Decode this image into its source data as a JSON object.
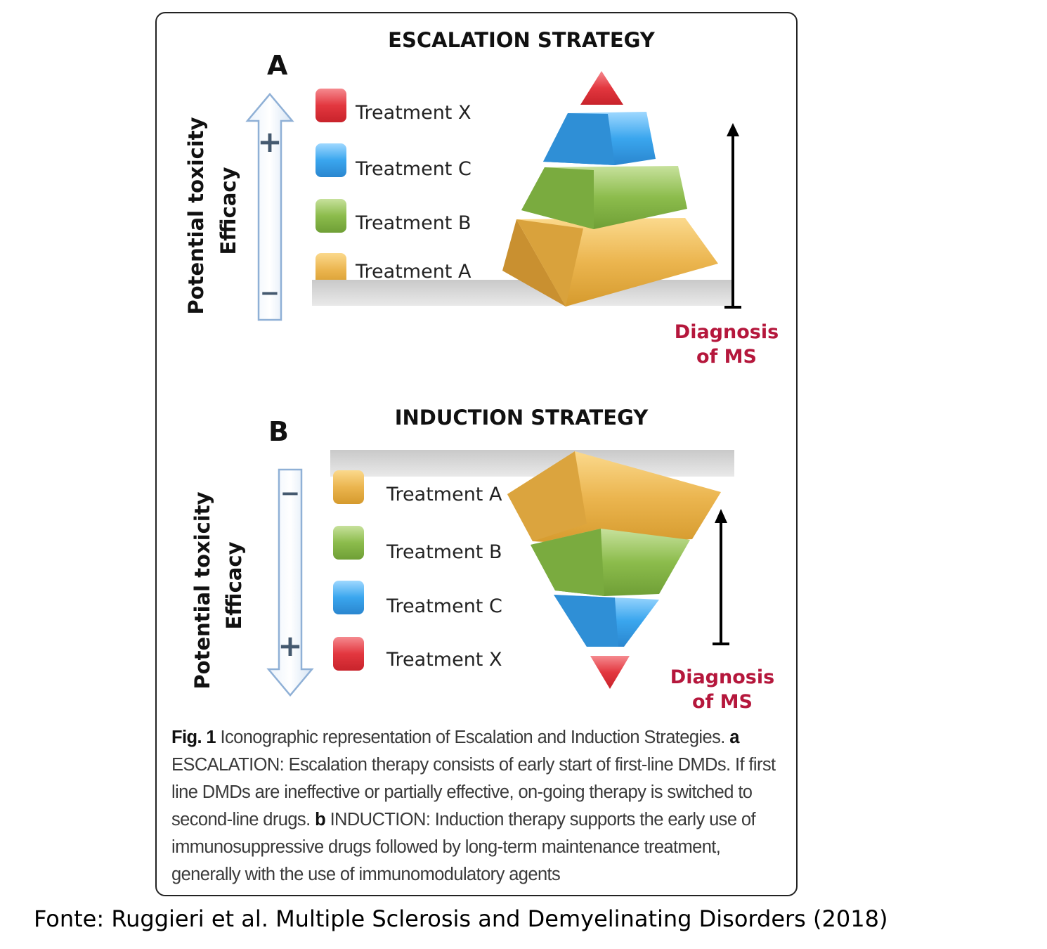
{
  "panel_a": {
    "letter": "A",
    "title": "ESCALATION STRATEGY",
    "axis_label_1": "Potential toxicity",
    "axis_label_2": "Efficacy",
    "plus": "+",
    "minus": "−",
    "legend": [
      "Treatment X",
      "Treatment C",
      "Treatment B",
      "Treatment A"
    ],
    "diagnosis_line1": "Diagnosis",
    "diagnosis_line2": "of MS"
  },
  "panel_b": {
    "letter": "B",
    "title": "INDUCTION STRATEGY",
    "axis_label_1": "Potential toxicity",
    "axis_label_2": "Efficacy",
    "plus": "+",
    "minus": "−",
    "legend": [
      "Treatment A",
      "Treatment B",
      "Treatment C",
      "Treatment X"
    ],
    "diagnosis_line1": "Diagnosis",
    "diagnosis_line2": "of MS"
  },
  "colors": {
    "treatment_x": "#e0363f",
    "treatment_c": "#2f9be0",
    "treatment_b": "#7fb43f",
    "treatment_a": "#e8b04a",
    "diagnosis": "#b5173c"
  },
  "caption": {
    "fig_label": "Fig. 1",
    "fig_text": "Iconographic representation of Escalation and Induction Strategies.",
    "a_label": "a",
    "a_text": "ESCALATION: Escalation therapy consists of early start of first-line DMDs. If first line DMDs are ineffective or partially effective, on-going therapy is switched to second-line drugs.",
    "b_label": "b",
    "b_text": "INDUCTION: Induction therapy supports the early use of immunosuppressive drugs followed by long-term maintenance treatment, generally with the use of immunomodulatory agents"
  },
  "source": "Fonte: Ruggieri et al. Multiple Sclerosis and Demyelinating Disorders (2018)"
}
